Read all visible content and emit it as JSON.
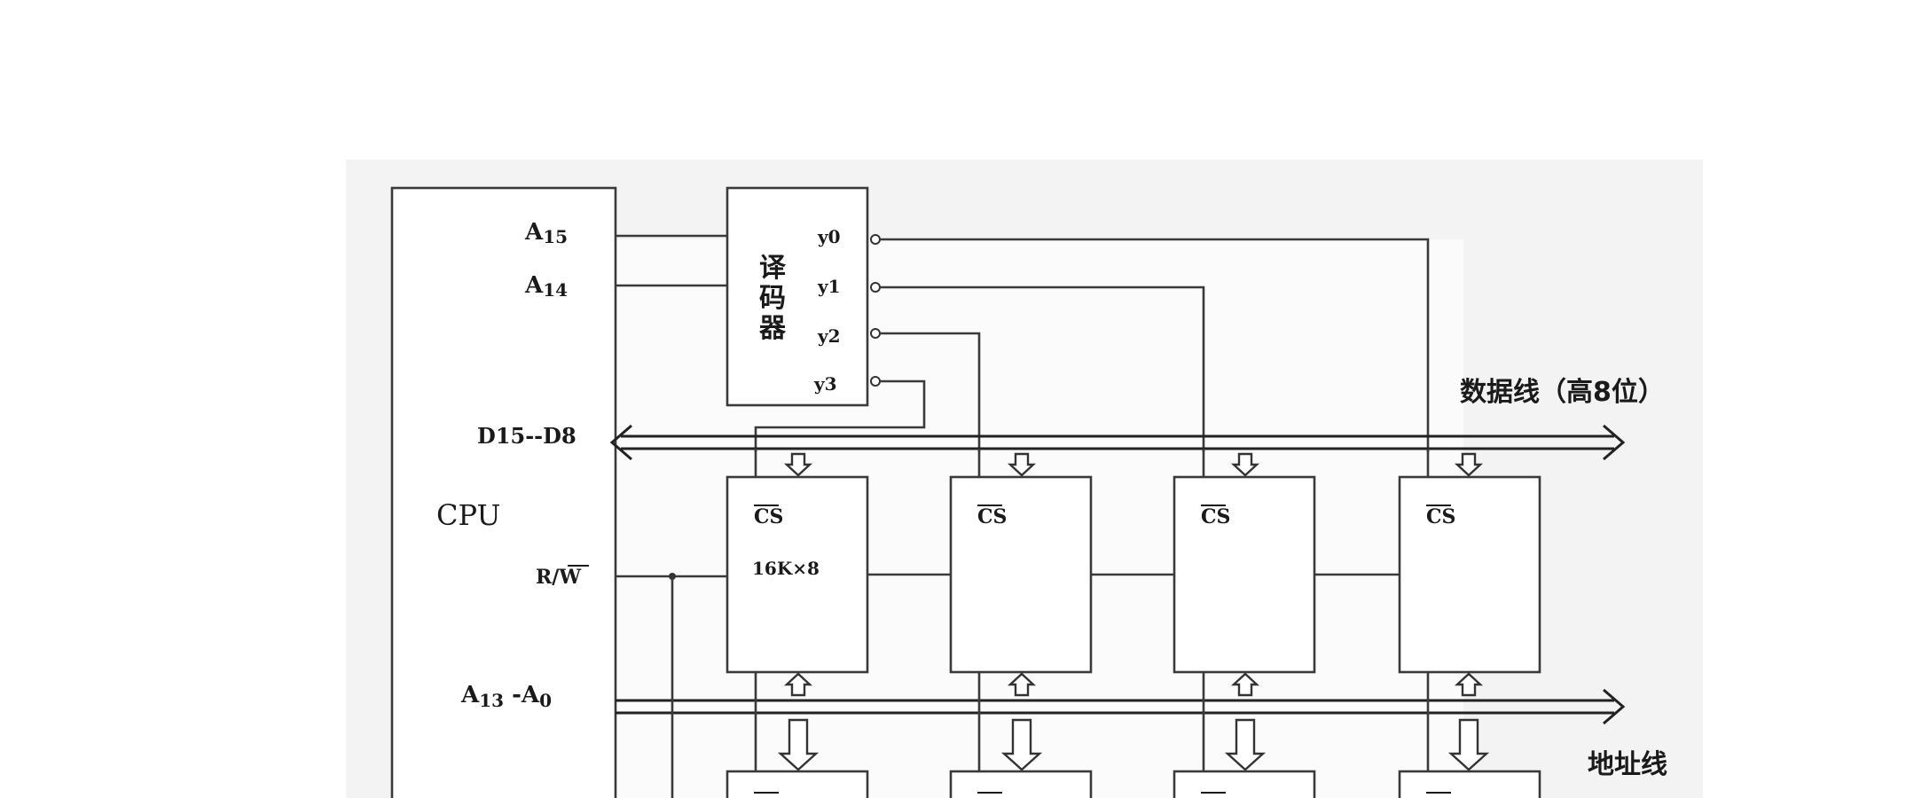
{
  "cpu": {
    "label": "CPU"
  },
  "cpu_signals": {
    "a15": {
      "base": "A",
      "sub": "15"
    },
    "a14": {
      "base": "A",
      "sub": "14"
    },
    "data_bus": "D15--D8",
    "rw": {
      "prefix": "R/",
      "bar": "W"
    },
    "addr": {
      "base1": "A",
      "sub1": "13",
      "dash": " -",
      "base2": "A",
      "sub2": "0"
    }
  },
  "decoder": {
    "title_chars": [
      "译",
      "码",
      "器"
    ],
    "outputs": [
      "y0",
      "y1",
      "y2",
      "y3"
    ]
  },
  "chips": [
    {
      "cs": "CS",
      "size": "16K×8"
    },
    {
      "cs": "CS",
      "size": ""
    },
    {
      "cs": "CS",
      "size": ""
    },
    {
      "cs": "CS",
      "size": ""
    }
  ],
  "buses": {
    "data_label": "数据线（高8位）",
    "addr_label": "地址线"
  }
}
